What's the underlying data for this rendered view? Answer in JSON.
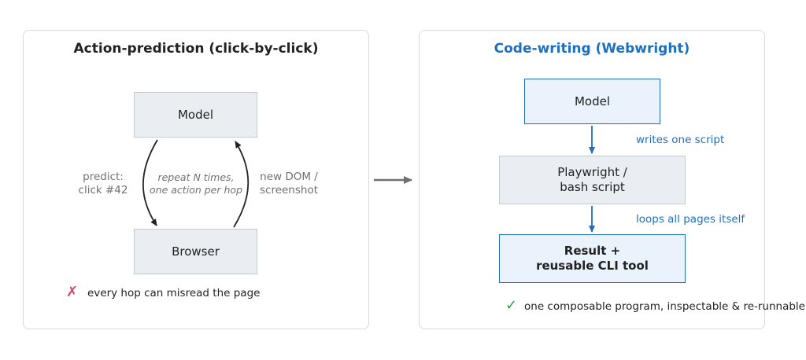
{
  "left_panel": {
    "title": "Action-prediction (click-by-click)",
    "model_label": "Model",
    "browser_label": "Browser",
    "left_arrow_label": "predict:\nclick #42",
    "center_label": "repeat N times,\none action per hop",
    "right_arrow_label": "new DOM /\nscreenshot",
    "cross_mark": "✗",
    "note": "every hop can misread the page"
  },
  "right_panel": {
    "title": "Code-writing (Webwright)",
    "model_label": "Model",
    "arrow1_label": "writes one script",
    "script_label": "Playwright /\nbash script",
    "arrow2_label": "loops all pages itself",
    "result_label": "Result +\nreusable CLI tool",
    "check_mark": "✓",
    "note": "one composable program, inspectable & re-runnable"
  },
  "colors": {
    "accent_blue": "#1f6fbf",
    "cross_red": "#d6456a",
    "check_green": "#2e9e4f",
    "box_gray": "#eaeef2",
    "box_blue": "#eaf2fb"
  }
}
